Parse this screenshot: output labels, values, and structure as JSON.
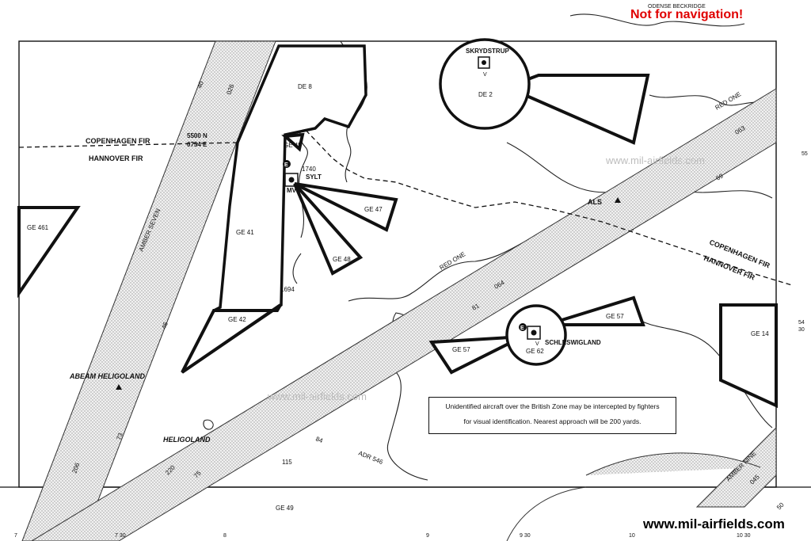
{
  "header": {
    "warning": "Not for navigation!"
  },
  "footer": {
    "credit": "www.mil-airfields.com"
  },
  "watermarks": [
    "www.mil-airfields.com",
    "www.mil-airfields.com"
  ],
  "notice": {
    "line1": "Unidentified aircraft over the British Zone may be intercepted by fighters",
    "line2": "for visual  identification.  Nearest approach will be 200 yards."
  },
  "fir": {
    "north_left": "COPENHAGEN FIR",
    "south_left": "HANNOVER FIR",
    "north_right": "COPENHAGEN FIR",
    "south_right": "HANNOVER FIR",
    "coord_lat": "5500 N",
    "coord_lon": "0754 E"
  },
  "airways": {
    "amber_seven": "AMBER SEVEN",
    "red_one_west": "RED ONE",
    "red_one_east": "RED ONE",
    "amber_nine": "AMBER NINE",
    "adr": "ADR 546"
  },
  "airfields": {
    "skrydstrup": "SKRYDSTRUP",
    "sylt": "SYLT",
    "schleswigland": "SCHLESWIGLAND",
    "als": "ALS",
    "heligoland": "HELIGOLAND",
    "abeam_heligoland": "ABEAM HELIGOLAND"
  },
  "areas": {
    "de8": "DE 8",
    "de2": "DE 2",
    "ge45": "GE 45",
    "ge47": "GE 47",
    "ge48": "GE 48",
    "ge41": "GE 41",
    "ge42": "GE 42",
    "ge461": "GE 461",
    "ge57w": "GE 57",
    "ge57e": "GE 57",
    "ge62": "GE 62",
    "ge14": "GE 14",
    "ge49": "GE 49"
  },
  "elevations": {
    "e1740": "1740",
    "e1694": "1694"
  },
  "symbols": {
    "mv": "MV",
    "v": "V",
    "e": "E"
  },
  "tracks": {
    "t026": "026",
    "t063": "063",
    "t064": "064",
    "t115": "115",
    "t206": "206",
    "t220": "220",
    "t045": "045",
    "n40": "40",
    "n46": "46",
    "n73": "73",
    "n75": "75",
    "n81": "81",
    "n84": "84",
    "n69": "69",
    "n50": "50"
  },
  "edge": {
    "b7": "7",
    "b730": "7 30",
    "b8": "8",
    "b9": "9",
    "b930": "9 30",
    "b10": "10",
    "b1030": "10 30",
    "r54": "54",
    "r30": "30",
    "r55": "55",
    "top": "ODENSE BECKRIDGE"
  }
}
